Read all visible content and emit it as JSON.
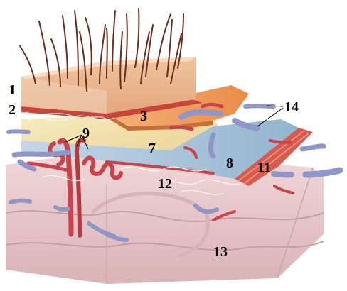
{
  "labels": {
    "l1": "1",
    "l2": "2",
    "l3": "3",
    "l7": "7",
    "l8": "8",
    "l9": "9",
    "l11": "11",
    "l12": "12",
    "l13": "13",
    "l14": "14"
  },
  "colors": {
    "epidermis": "#e9b98f",
    "epidermis_side": "#f3d7c4",
    "red_layer": "#c8453a",
    "tissue_orange": "#f1a05e",
    "fat_yellow": "#f3e3a8",
    "blue_layer": "#a9c6dc",
    "muscle_pink": "#e8c8cb",
    "vessel_red": "#c9434b",
    "vessel_blue": "#8f96c8",
    "hair": "#6b2e1c"
  }
}
